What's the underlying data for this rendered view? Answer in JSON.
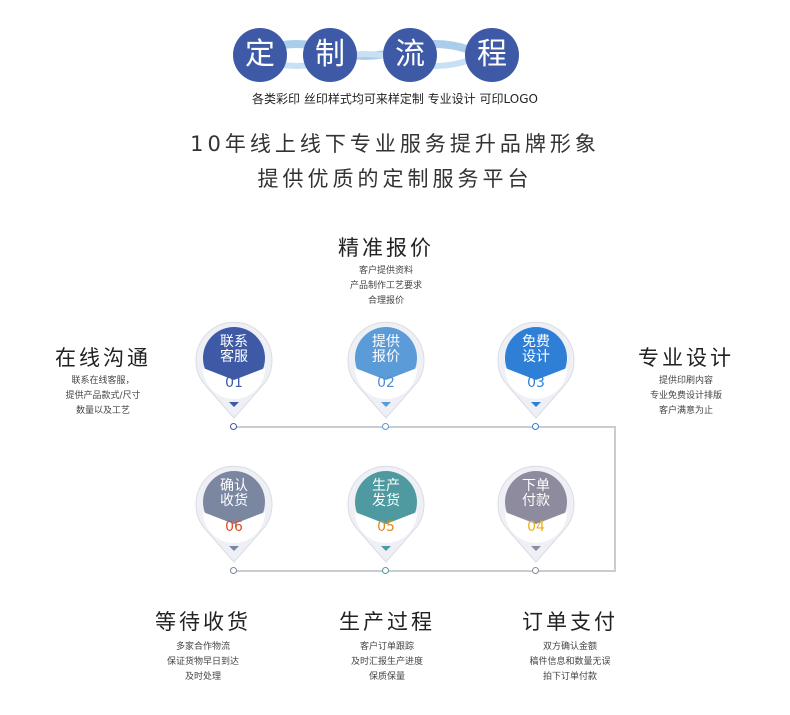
{
  "header": {
    "title_chars": [
      "定",
      "制",
      "流",
      "程"
    ],
    "subtitle": "各类彩印 丝印样式均可来样定制 专业设计 可印LOGO",
    "slogan_line1": "10年线上线下专业服务提升品牌形象",
    "slogan_line2": "提供优质的定制服务平台"
  },
  "steps": [
    {
      "pin": [
        "联系",
        "客服"
      ],
      "num": "01",
      "heading": "在线沟通",
      "desc": [
        "联系在线客服，",
        "提供产品款式/尺寸",
        "数量以及工艺"
      ]
    },
    {
      "pin": [
        "提供",
        "报价"
      ],
      "num": "02",
      "heading": "精准报价",
      "desc": [
        "客户提供资料",
        "产品制作工艺要求",
        "合理报价"
      ]
    },
    {
      "pin": [
        "免费",
        "设计"
      ],
      "num": "03",
      "heading": "专业设计",
      "desc": [
        "提供印刷内容",
        "专业免费设计排版",
        "客户满意为止"
      ]
    },
    {
      "pin": [
        "下单",
        "付款"
      ],
      "num": "04",
      "heading": "订单支付",
      "desc": [
        "双方确认金额",
        "稿件信息和数量无误",
        "拍下订单付款"
      ]
    },
    {
      "pin": [
        "生产",
        "发货"
      ],
      "num": "05",
      "heading": "生产过程",
      "desc": [
        "客户订单跟踪",
        "及时汇报生产进度",
        "保质保量"
      ]
    },
    {
      "pin": [
        "确认",
        "收货"
      ],
      "num": "06",
      "heading": "等待收货",
      "desc": [
        "多家合作物流",
        "保证货物早日到达",
        "及时处理"
      ]
    }
  ],
  "colors": {
    "title_bg": "#3e5aa6",
    "title_link": "#9fc4e8",
    "pin01": "#3e5aa6",
    "pin02": "#5b9bd8",
    "pin03": "#2f7fd6",
    "pin04": "#8e8b9e",
    "pin05": "#4e9aa0",
    "pin06": "#7b86a0",
    "num01": "#3e5aa6",
    "num02": "#4f8fd4",
    "num03": "#2f7fd6",
    "num04": "#e8b21c",
    "num05": "#e08a18",
    "num06": "#e04a2a"
  }
}
